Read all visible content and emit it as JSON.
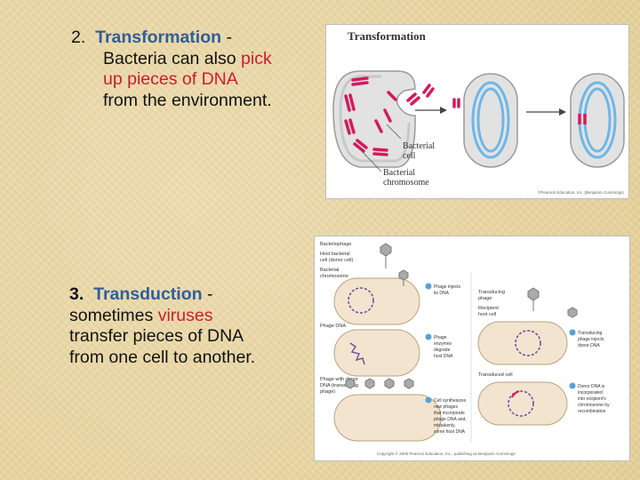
{
  "transformation": {
    "number": "2.",
    "title": "Transformation",
    "dash": " -",
    "line1_plain": "Bacteria can also ",
    "line1_red": "pick",
    "line2_red": "up pieces of DNA",
    "line3": "from the environment."
  },
  "transduction": {
    "number": "3.",
    "title": "Transduction",
    "dash": " -",
    "line1_plain": "sometimes ",
    "line1_red": "viruses",
    "line2": "transfer pieces of DNA",
    "line3": "from one cell to another."
  },
  "transformation_figure": {
    "title": "Transformation",
    "label_bacterial_cell_1": "Bacterial",
    "label_bacterial_cell_2": "cell",
    "label_chromosome_1": "Bacterial",
    "label_chromosome_2": "chromosome",
    "credit": "©Pearson Education, Inc. (Benjamin Cummings)",
    "colors": {
      "dna": "#d6195e",
      "chromosome": "#6fb6e8",
      "cell": "#dcdcdc"
    }
  },
  "transduction_figure": {
    "label_bacteriophage": "Bacteriophage",
    "label_host_cell_1": "Host bacterial",
    "label_host_cell_2": "cell (donor cell)",
    "label_bact_chrom_1": "Bacterial",
    "label_bact_chrom_2": "chromosome",
    "label_phage_dna": "Phage DNA",
    "label_phage_donor_1": "Phage with donor",
    "label_phage_donor_2": "DNA (transducing",
    "label_phage_donor_3": "phage)",
    "label_transducing_phage_1": "Transducing",
    "label_transducing_phage_2": "phage",
    "label_recipient_1": "Recipient",
    "label_recipient_2": "host cell",
    "label_transduced_cell": "Transduced cell",
    "steps": [
      {
        "n": "1",
        "l1": "Phage injects",
        "l2": "its DNA",
        "l3": "",
        "l4": "",
        "l5": ""
      },
      {
        "n": "2",
        "l1": "Phage",
        "l2": "enzymes",
        "l3": "degrade",
        "l4": "host DNA",
        "l5": ""
      },
      {
        "n": "3",
        "l1": "Cell synthesizes",
        "l2": "new phages",
        "l3": "that incorporate",
        "l4": "phage DNA and,",
        "l5": "mistakenly,"
      },
      {
        "n": "4",
        "l1": "Transducing",
        "l2": "phage injects",
        "l3": "donor DNA",
        "l4": "",
        "l5": ""
      },
      {
        "n": "5",
        "l1": "Donor DNA is",
        "l2": "incorporated",
        "l3": "into recipient's",
        "l4": "chromosome by",
        "l5": "recombination"
      }
    ],
    "step3_l6": "some host DNA",
    "credit": "Copyright © 2006 Pearson Education, Inc., publishing as Benjamin Cummings"
  }
}
